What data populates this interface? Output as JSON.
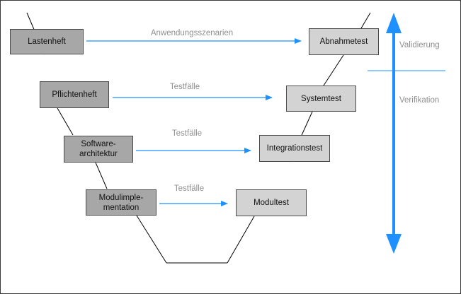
{
  "stages": {
    "lastenheft": "Lastenheft",
    "pflichtenheft": "Pflichtenheft",
    "softwarearchitektur": "Software-\narchitektur",
    "modulimplementation": "Modulimple-\nmentation",
    "abnahmetest": "Abnahmetest",
    "systemtest": "Systemtest",
    "integrationstest": "Integrationstest",
    "modultest": "Modultest"
  },
  "links": {
    "anwendungsszenarien": "Anwendungsszenarien",
    "testfaelle_1": "Testfälle",
    "testfaelle_2": "Testfälle",
    "testfaelle_3": "Testfälle"
  },
  "axis": {
    "validierung": "Validierung",
    "verifikation": "Verifikation"
  },
  "colors": {
    "arrow": "#1e90ff",
    "left_box": "#a7a7a7",
    "right_box": "#d3d3d3",
    "v_line": "#000000"
  }
}
